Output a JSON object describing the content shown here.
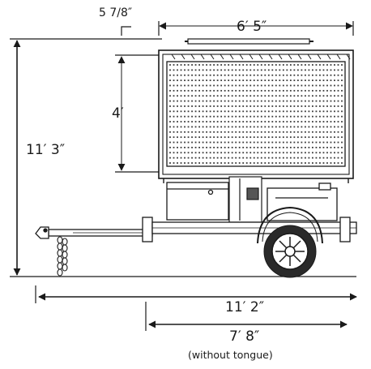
{
  "dimensions": {
    "offset_top": "5 7/8″",
    "sign_width": "6′ 5″",
    "sign_height": "4′",
    "overall_height": "11′ 3″",
    "overall_length": "11′ 2″",
    "length_no_tongue": "7′ 8″",
    "length_no_tongue_note": "(without tongue)"
  },
  "colors": {
    "line": "#1a1a1a",
    "background": "#ffffff"
  },
  "led_matrix": {
    "columns": 48,
    "rows": 20
  }
}
